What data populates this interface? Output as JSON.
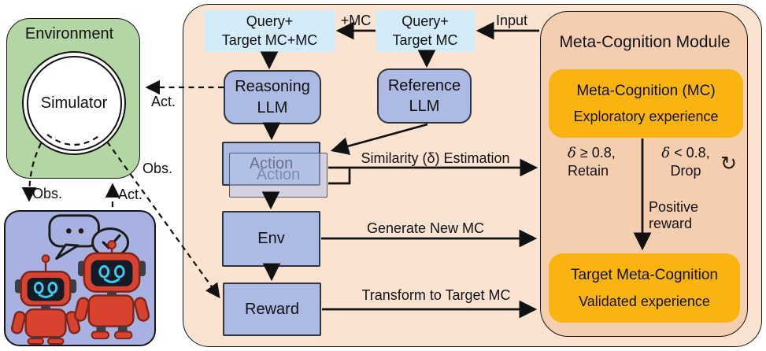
{
  "colors": {
    "outer_bg": "#FBE3D2",
    "module_bg": "#F5CEB0",
    "light_blue": "#D4EBF9",
    "block_blue": "#ADBBE4",
    "environment_green": "#B4D6A4",
    "agents_bg": "#A8B2E2",
    "orange": "#FAB410",
    "line": "#111111"
  },
  "environment": {
    "title": "Environment",
    "simulator": "Simulator"
  },
  "flow": {
    "merged_query": {
      "line1": "Query+",
      "line2": "Target MC+MC"
    },
    "query": {
      "line1": "Query+",
      "line2": "Target MC"
    },
    "reasoning_llm": {
      "line1": "Reasoning",
      "line2": "LLM"
    },
    "reference_llm": {
      "line1": "Reference",
      "line2": "LLM"
    },
    "action": "Action",
    "action_ghost": "Action",
    "env": "Env",
    "reward": "Reward"
  },
  "edge_labels": {
    "plus_mc": "+MC",
    "input": "Input",
    "similarity": "Similarity (δ) Estimation",
    "generate": "Generate New MC",
    "transform": "Transform to Target MC",
    "act_to_simulator": "Act.",
    "obs_to_agents": "Obs.",
    "act_from_agents": "Act.",
    "obs_to_reward": "Obs."
  },
  "module": {
    "title": "Meta-Cognition Module",
    "mc": {
      "title": "Meta-Cognition (MC)",
      "subtitle": "Exploratory experience"
    },
    "retain": {
      "symbol": "δ",
      "condition": "≥ 0.8,",
      "label": "Retain"
    },
    "drop": {
      "symbol": "δ",
      "condition": "< 0.8,",
      "label": "Drop"
    },
    "positive": {
      "line1": "Positive",
      "line2": "reward"
    },
    "target": {
      "title": "Target Meta-Cognition",
      "subtitle": "Validated experience"
    }
  },
  "icons": {
    "cycle": "↻"
  }
}
